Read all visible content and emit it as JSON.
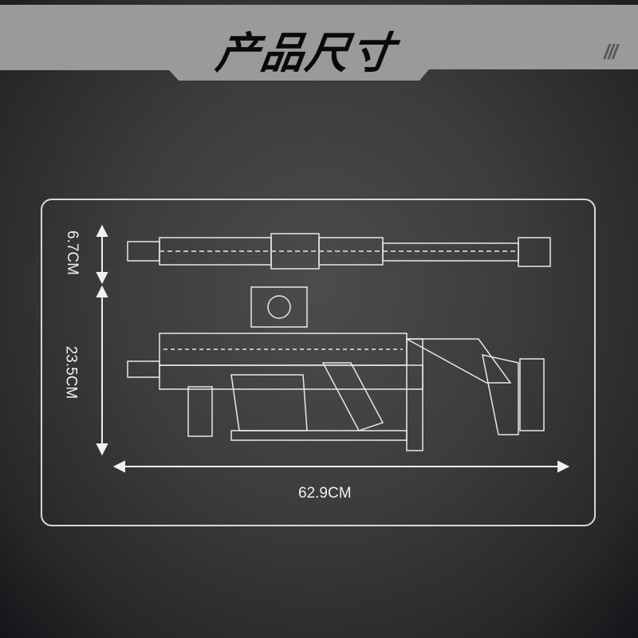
{
  "header": {
    "title": "产品尺寸",
    "decoration": "///"
  },
  "dimensions": {
    "height_top_view": "6.7CM",
    "height_side_view": "23.5CM",
    "length": "62.9CM"
  },
  "colors": {
    "banner": "#9a9a9a",
    "title": "#0a0a0a",
    "lines": "#f0f0f0"
  }
}
